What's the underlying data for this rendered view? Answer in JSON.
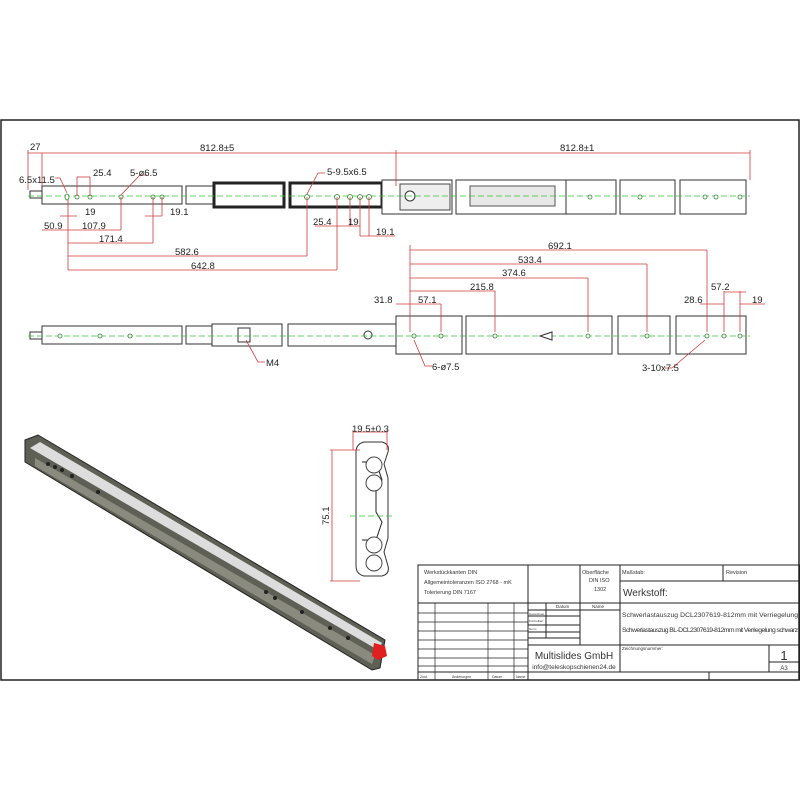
{
  "top_view": {
    "dims": [
      "27",
      "812.8±5",
      "812.8±1",
      "6.5x11.5",
      "25.4",
      "5-ø6.5",
      "5-9.5x6.5",
      "19",
      "19.1",
      "50.9",
      "107.9",
      "171.4",
      "582.6",
      "642.8",
      "25.4",
      "19",
      "19.1"
    ]
  },
  "bottom_view": {
    "dims": [
      "692.1",
      "533.4",
      "374.6",
      "215.8",
      "31.8",
      "57.1",
      "28.6",
      "57.2",
      "19",
      "M4",
      "6-ø7.5",
      "3-10x7.5"
    ]
  },
  "cross_section": {
    "width": "19.5±0.3",
    "height": "75.1"
  },
  "title_block": {
    "tolerances": [
      "Werkstückkanten DIN",
      "Allgemeintoleranzen ISO 2768 - mK",
      "Tolerierung DIN 7167"
    ],
    "surface": [
      "Oberfläche",
      "DIN ISO",
      "1302"
    ],
    "scale_label": "Maßstab:",
    "revision_label": "Revision",
    "material_label": "Werkstoff:",
    "descriptions": [
      "Schwerlastauszug DCL2307619-812mm mit Verriegelung",
      "Schwerlastauszug BL-DCL2307619-812mm mit Verriegelung schwarz"
    ],
    "date_label": "Datum",
    "name_label": "Name",
    "role_labels": [
      "Gezeichnet",
      "Kontrolliert",
      "Norm"
    ],
    "company": "Multislides GmbH",
    "email": "info@teleskopschienen24.de",
    "drawing_number_label": "Zeichnungsnummer:",
    "sheet": "1",
    "format": "A3",
    "footer": [
      "Zust.",
      "Änderungen",
      "Datum",
      "Name"
    ]
  },
  "colors": {
    "dimension": "#d23a3a",
    "centerline": "#35c435",
    "latch": "#e02020"
  }
}
